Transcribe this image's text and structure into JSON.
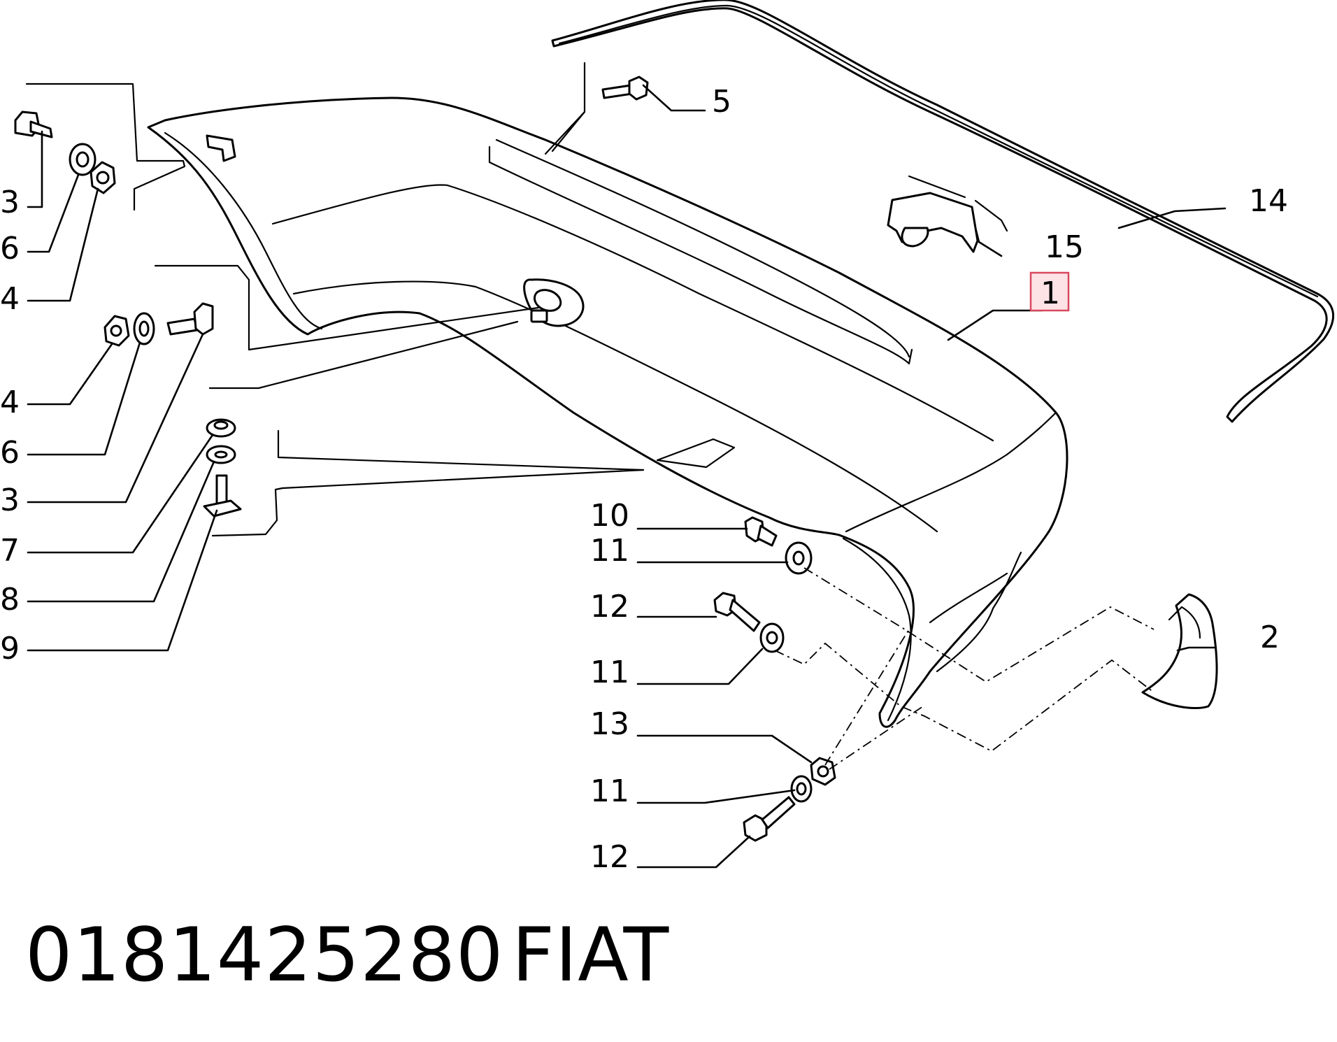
{
  "part_number": "0181425280",
  "brand": "FIAT",
  "highlight_color": "#d9485f",
  "highlight_fill": "#fde2e6",
  "callouts": [
    "3",
    "6",
    "4",
    "4",
    "6",
    "3",
    "7",
    "8",
    "9",
    "5",
    "14",
    "15",
    "1",
    "10",
    "11",
    "12",
    "11",
    "13",
    "11",
    "12",
    "2"
  ]
}
